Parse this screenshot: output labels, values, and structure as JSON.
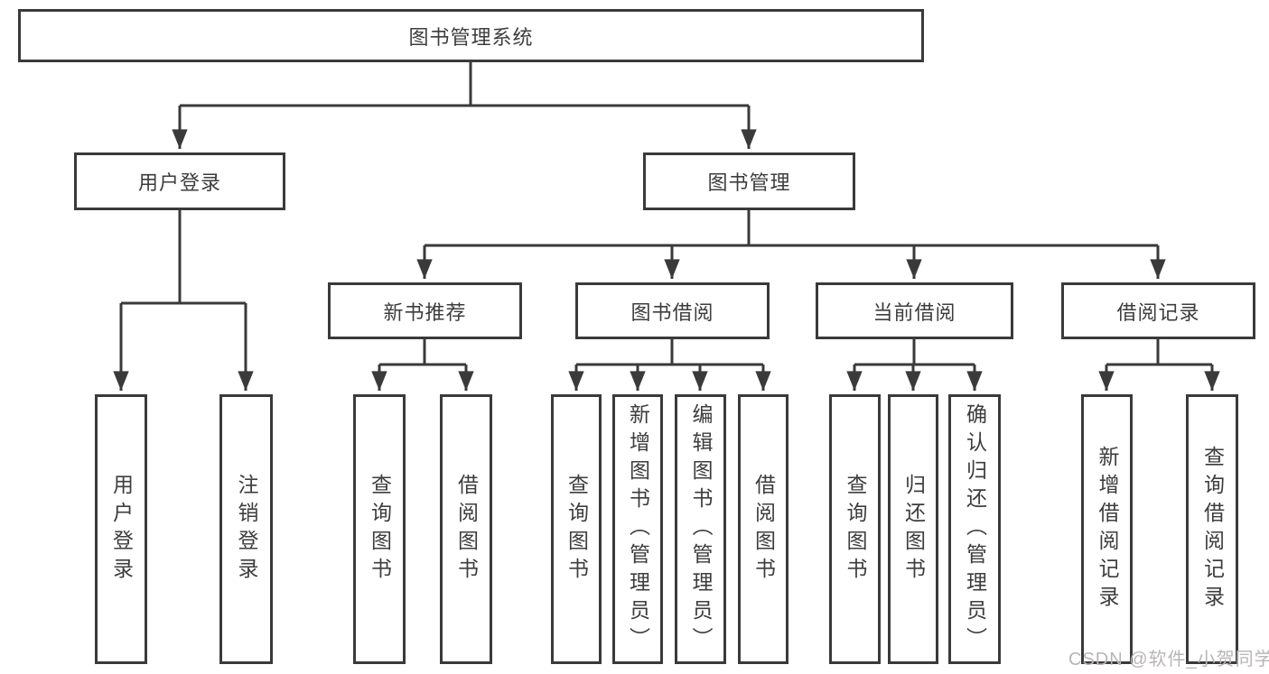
{
  "tree": {
    "label": "图书管理系统",
    "children": [
      {
        "label": "用户登录",
        "children": [
          {
            "label": "用户登录"
          },
          {
            "label": "注销登录"
          }
        ]
      },
      {
        "label": "图书管理",
        "children": [
          {
            "label": "新书推荐",
            "children": [
              {
                "label": "查询图书"
              },
              {
                "label": "借阅图书"
              }
            ]
          },
          {
            "label": "图书借阅",
            "children": [
              {
                "label": "查询图书"
              },
              {
                "label": "新增图书（管理员）"
              },
              {
                "label": "编辑图书（管理员）"
              },
              {
                "label": "借阅图书"
              }
            ]
          },
          {
            "label": "当前借阅",
            "children": [
              {
                "label": "查询图书"
              },
              {
                "label": "归还图书"
              },
              {
                "label": "确认归还（管理员）"
              }
            ]
          },
          {
            "label": "借阅记录",
            "children": [
              {
                "label": "新增借阅记录"
              },
              {
                "label": "查询借阅记录"
              }
            ]
          }
        ]
      }
    ]
  },
  "watermark": "CSDN @软件_小贺同学",
  "colors": {
    "line": "#3a3a3a",
    "text": "#3d3d3d",
    "background": "#ffffff",
    "watermark": "#b9b4b6"
  }
}
